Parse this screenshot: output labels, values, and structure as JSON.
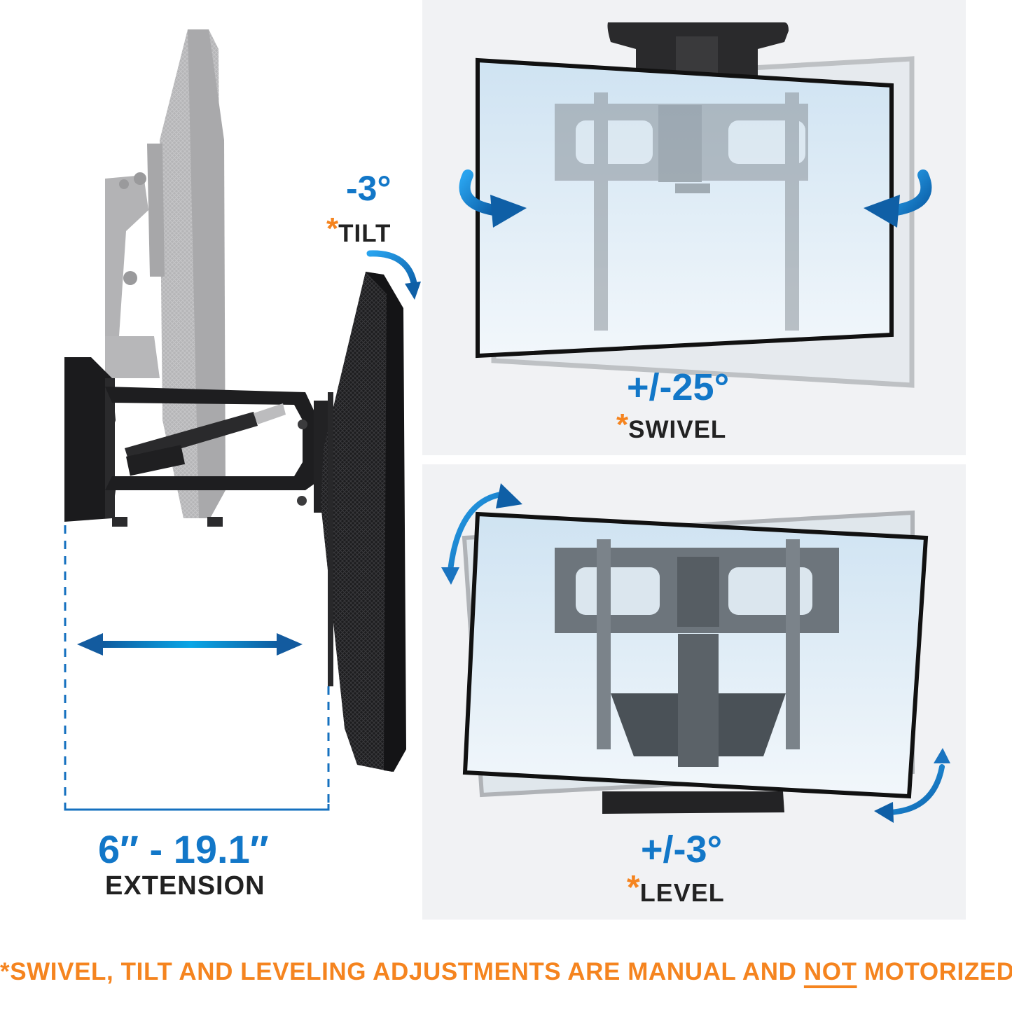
{
  "extension": {
    "range": "6″ - 19.1″",
    "label": "EXTENSION"
  },
  "tilt": {
    "degrees": "-3°",
    "asterisk": "*",
    "label": "TILT"
  },
  "swivel": {
    "degrees": "+/-25°",
    "asterisk": "*",
    "label": "SWIVEL"
  },
  "level": {
    "degrees": "+/-3°",
    "asterisk": "*",
    "label": "LEVEL"
  },
  "footer": {
    "before": "*SWIVEL, TILT AND LEVELING ADJUSTMENTS ARE MANUAL AND ",
    "emphasis": "NOT",
    "after": " MOTORIZED"
  },
  "colors": {
    "accent_blue": "#1277c8",
    "asterisk_orange": "#f5841f",
    "label_dark": "#222222",
    "panel_bg": "#f1f2f4"
  },
  "icons": [
    "extension-double-arrow-icon",
    "tilt-arrow-icon",
    "swivel-arrow-left-icon",
    "swivel-arrow-right-icon",
    "level-arrow-top-icon",
    "level-arrow-bottom-icon"
  ]
}
